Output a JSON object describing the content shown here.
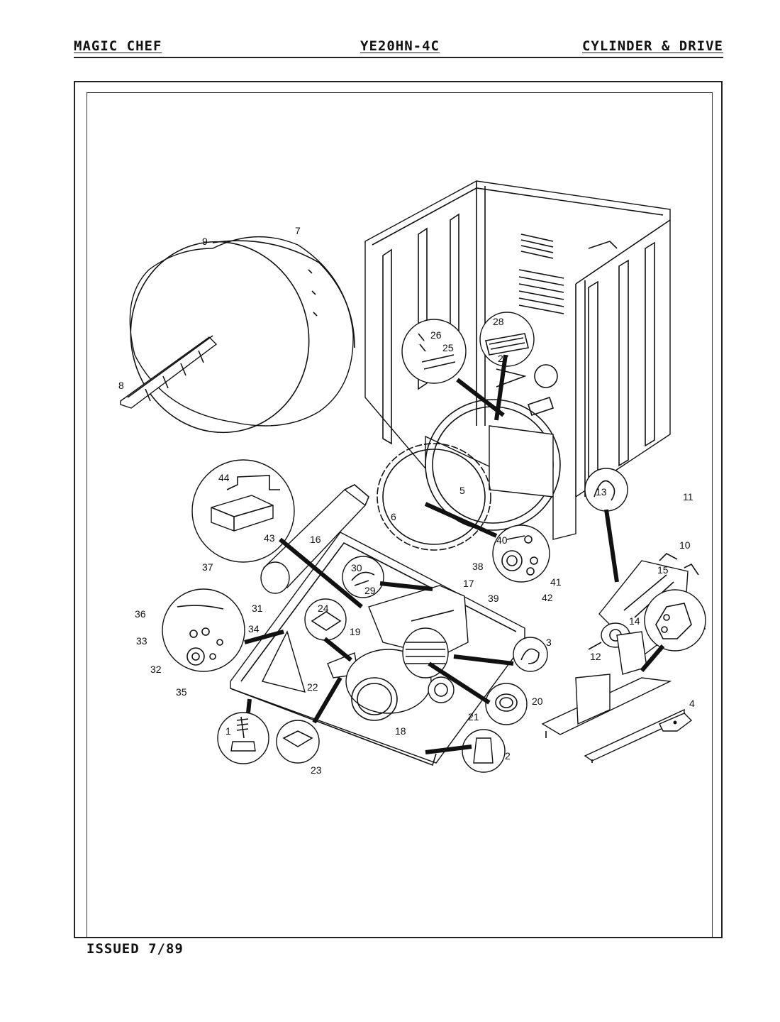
{
  "header": {
    "brand": "MAGIC CHEF",
    "model": "YE20HN-4C",
    "section": "CYLINDER & DRIVE"
  },
  "footer": {
    "issued": "ISSUED 7/89"
  },
  "diagram": {
    "callouts": [
      "1",
      "2",
      "3",
      "4",
      "5",
      "6",
      "7",
      "8",
      "9",
      "10",
      "11",
      "12",
      "13",
      "14",
      "15",
      "16",
      "17",
      "18",
      "19",
      "20",
      "21",
      "22",
      "23",
      "24",
      "25",
      "26",
      "27",
      "28",
      "29",
      "30",
      "31",
      "32",
      "33",
      "34",
      "35",
      "36",
      "37",
      "38",
      "39",
      "40",
      "41",
      "42",
      "43",
      "44"
    ]
  },
  "colors": {
    "ink": "#111111",
    "paper": "#ffffff"
  }
}
